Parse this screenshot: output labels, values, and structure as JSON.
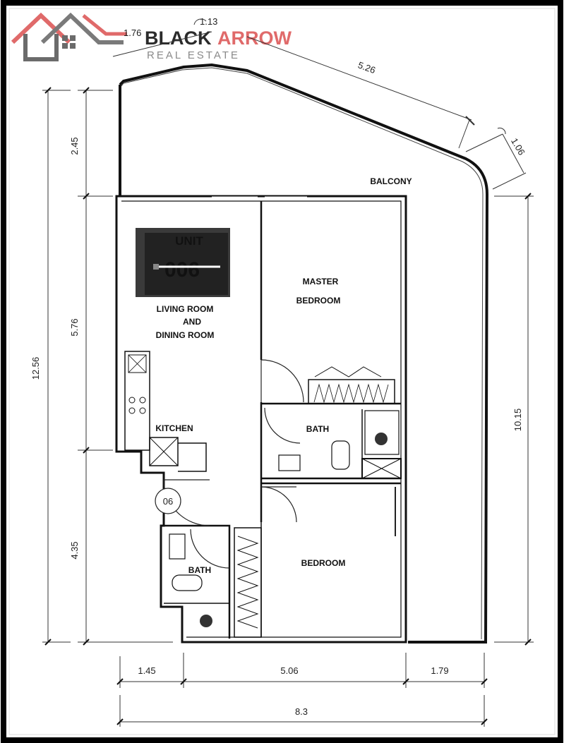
{
  "brand": {
    "name_part1": "BLACK",
    "name_part2": "ARROW",
    "tagline": "REAL ESTATE",
    "color_dark": "#2b2b2b",
    "color_accent": "#e06a6a"
  },
  "unit_box": {
    "title": "UNIT",
    "number": "006"
  },
  "rooms": {
    "balcony": "BALCONY",
    "living_line1": "LIVING ROOM",
    "living_line2": "AND",
    "living_line3": "DINING ROOM",
    "master_line1": "MASTER",
    "master_line2": "BEDROOM",
    "bath_master": "BATH",
    "kitchen": "KITCHEN",
    "bedroom": "BEDROOM",
    "bath_secondary": "BATH"
  },
  "door_tag": "06",
  "dimensions": {
    "top_small": "1.76",
    "top_small2": "1.13",
    "top_long": "5.26",
    "top_corner": "1.06",
    "left_total": "12.56",
    "left_top": "2.45",
    "left_mid": "5.76",
    "left_bottom": "4.35",
    "right_total": "10.15",
    "bottom_left": "1.45",
    "bottom_mid": "5.06",
    "bottom_right": "1.79",
    "bottom_total": "8.3"
  }
}
